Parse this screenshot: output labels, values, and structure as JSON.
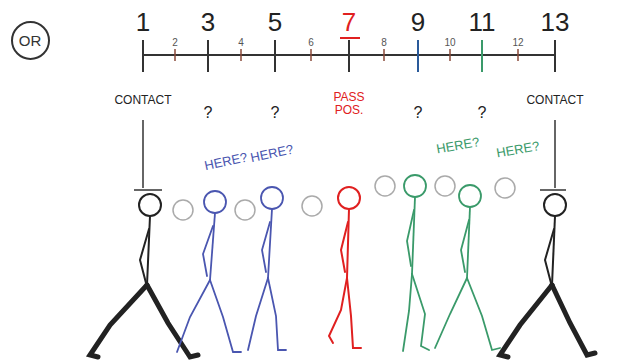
{
  "diagram": {
    "nodes": [
      {
        "text": [
          "OR"
        ]
      }
    ],
    "labels": [
      "1",
      "2",
      "3",
      "4",
      "5",
      "6",
      "7",
      "8",
      "9",
      "10",
      "11",
      "12",
      "13",
      "CONTACT",
      "?",
      "?",
      "PASS POS.",
      "?",
      "?",
      "CONTACT",
      "HERE?",
      "HERE?",
      "HERE?",
      "HERE?"
    ]
  }
}
